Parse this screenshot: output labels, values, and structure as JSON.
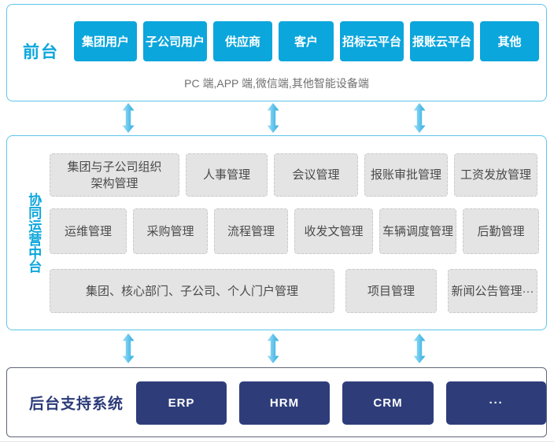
{
  "front": {
    "label": "前台",
    "boxes": [
      "集团用户",
      "子公司用户",
      "供应商",
      "客户",
      "招标云平台",
      "报账云平台",
      "其他"
    ],
    "subtitle": "PC 端,APP 端,微信端,其他智能设备端"
  },
  "middle": {
    "label": "协同运营中台",
    "row1": [
      "集团与子公司组织\n架构管理",
      "人事管理",
      "会议管理",
      "报账审批管理",
      "工资发放管理"
    ],
    "row2": [
      "运维管理",
      "采购管理",
      "流程管理",
      "收发文管理",
      "车辆调度管理",
      "后勤管理"
    ],
    "row3": [
      "集团、核心部门、子公司、个人门户管理",
      "项目管理",
      "新闻公告管理···"
    ]
  },
  "backend": {
    "label": "后台支持系统",
    "boxes": [
      "ERP",
      "HRM",
      "CRM",
      "···"
    ]
  },
  "icons": {
    "connector": "double-vertical-arrow"
  },
  "colors": {
    "accent_cyan": "#0ba6dc",
    "section_border_cyan": "#5ec5ea",
    "backend_border_gray": "#5f6678",
    "gray_box_bg": "#e4e4e4",
    "gray_box_text": "#4a4a4a",
    "navy_box_bg": "#2e3d7a",
    "subtitle_text": "#717171",
    "arrow_gradient_light": "#aadff5",
    "arrow_gradient_dark": "#2ea9dd"
  }
}
